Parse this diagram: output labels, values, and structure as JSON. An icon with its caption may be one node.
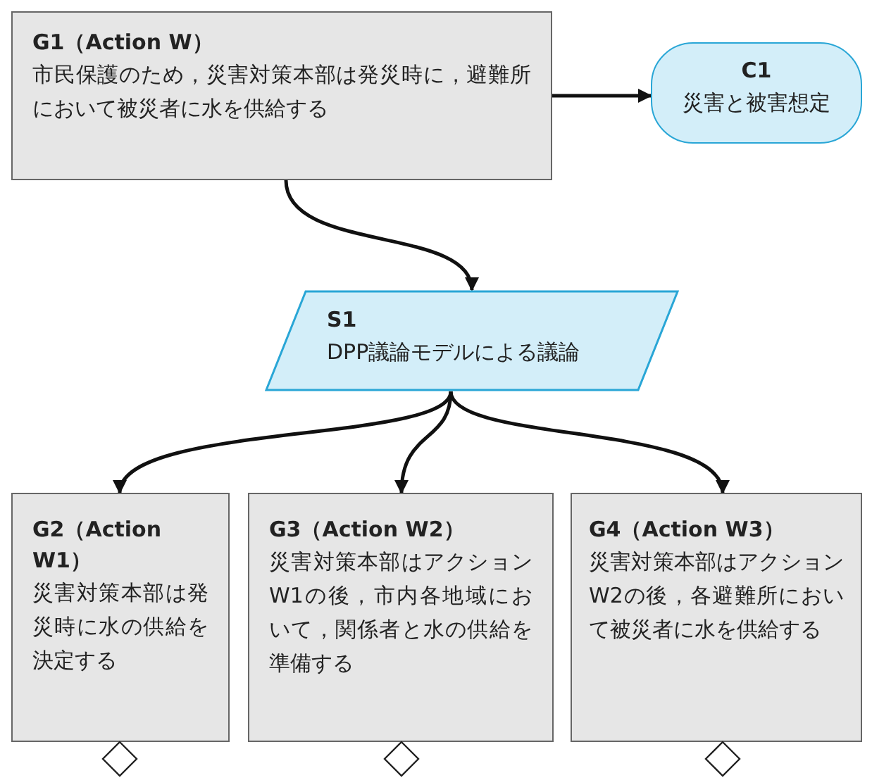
{
  "diagram": {
    "nodes": [
      {
        "text": [
          "G1（Action W）",
          "市民保護のため，災害対策本部は発災時に，避難所において被災者に水を供給する"
        ]
      },
      {
        "text": [
          "C1",
          "災害と被害想定"
        ]
      },
      {
        "text": [
          "S1",
          "DPP議論モデルによる議論"
        ]
      },
      {
        "text": [
          "G2（Action W1）",
          "災害対策本部は発災時に水の供給を決定する"
        ]
      },
      {
        "text": [
          "G3（Action W2）",
          "災害対策本部はアクションW1の後，市内各地域において，関係者と水の供給を準備する"
        ]
      },
      {
        "text": [
          "G4（Action W3）",
          "災害対策本部はアクションW2の後，各避難所において被災者に水を供給する"
        ]
      }
    ],
    "edges": [
      {
        "from": 0,
        "to": 1,
        "arrow": "to"
      },
      {
        "from": 0,
        "to": 2,
        "arrow": "to"
      },
      {
        "from": 2,
        "to": 3,
        "arrow": "to"
      },
      {
        "from": 2,
        "to": 4,
        "arrow": "to"
      },
      {
        "from": 2,
        "to": 5,
        "arrow": "to"
      }
    ]
  }
}
